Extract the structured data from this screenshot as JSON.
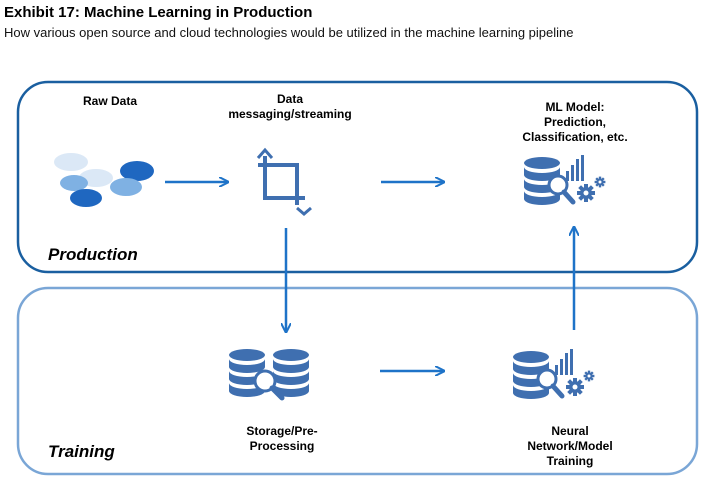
{
  "header": {
    "title": "Exhibit 17: Machine Learning in Production",
    "subtitle": "How various open source and cloud technologies would be utilized in the machine learning pipeline"
  },
  "sections": {
    "production": "Production",
    "training": "Training"
  },
  "nodes": {
    "raw_data": "Raw Data",
    "data_messaging_1": "Data",
    "data_messaging_2": "messaging/streaming",
    "ml_model_1": "ML Model:",
    "ml_model_2": "Prediction,",
    "ml_model_3": "Classification, etc.",
    "storage_1": "Storage/Pre-",
    "storage_2": "Processing",
    "neural_1": "Neural",
    "neural_2": "Network/Model",
    "neural_3": "Training"
  },
  "icons": {
    "raw_data": "data-bubbles-icon",
    "messaging": "crop-icon",
    "ml_model": "database-analytics-icon",
    "storage": "database-search-icon",
    "neural": "database-analytics-icon"
  },
  "colors": {
    "frame": "#1a5fa0",
    "arrow": "#1e73c8",
    "icon": "#3f6fb0",
    "bubble_light": "#dbe8f6",
    "bubble_mid": "#7fb1e3",
    "bubble_dark": "#1f67c0"
  }
}
